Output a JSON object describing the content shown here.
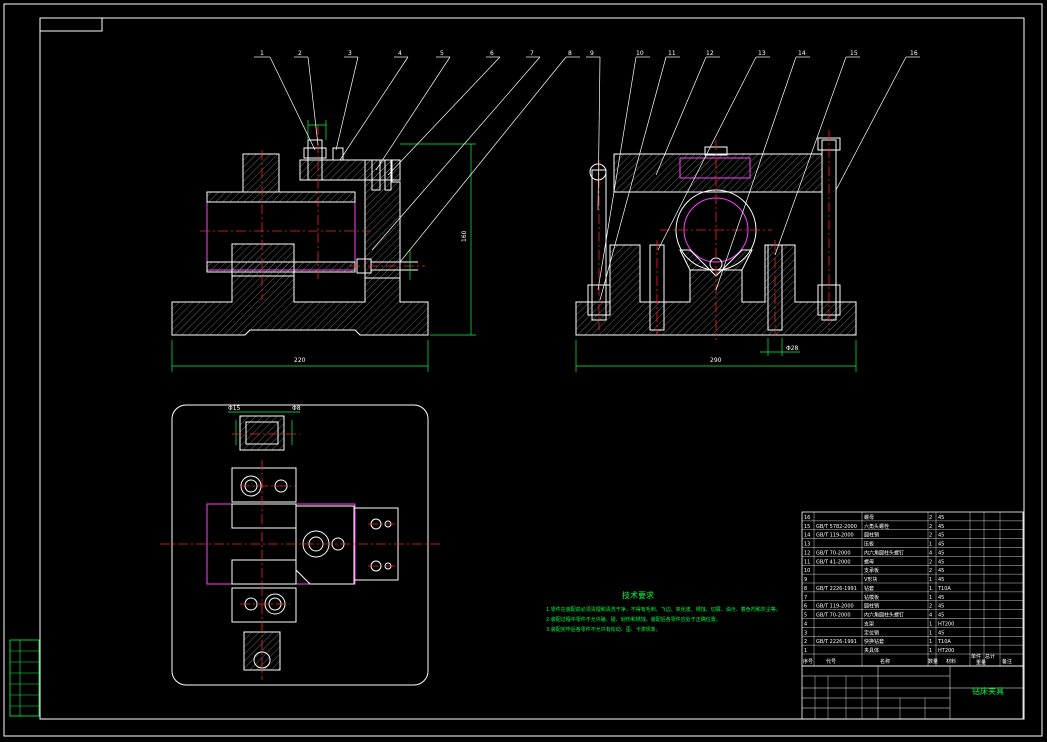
{
  "drawing": {
    "balloons": [
      "1",
      "2",
      "3",
      "4",
      "5",
      "6",
      "7",
      "8",
      "9",
      "10",
      "11",
      "12",
      "13",
      "14",
      "15",
      "16"
    ],
    "dimensions": {
      "front_width": "220",
      "front_height": "160",
      "side_width": "290",
      "top_detail_1": "Φ15",
      "top_detail_2": "Φ8",
      "side_small": "Φ28"
    }
  },
  "tech_requirements": {
    "title": "技术要求",
    "lines": [
      "1.零件在装配前必须清理和清洗干净，不得有毛刺、飞边、氧化皮、锈蚀、切屑、油污、着色剂和灰尘等。",
      "2.装配过程中零件不允许磕、碰、划伤和锈蚀。装配后各零件应处于正确位置。",
      "3.装配完毕后各零件不允许有松动、歪、卡滞现象。"
    ]
  },
  "bom": {
    "rows": [
      {
        "no": "16",
        "code": "",
        "name": "螺母",
        "qty": "2",
        "mat": "45",
        "note": ""
      },
      {
        "no": "15",
        "code": "GB/T 5782-2000",
        "name": "六角头螺栓",
        "qty": "2",
        "mat": "45",
        "note": ""
      },
      {
        "no": "14",
        "code": "GB/T 119-2000",
        "name": "圆柱销",
        "qty": "2",
        "mat": "45",
        "note": ""
      },
      {
        "no": "13",
        "code": "",
        "name": "压板",
        "qty": "1",
        "mat": "45",
        "note": ""
      },
      {
        "no": "12",
        "code": "GB/T 70-2000",
        "name": "内六角圆柱头螺钉",
        "qty": "4",
        "mat": "45",
        "note": ""
      },
      {
        "no": "11",
        "code": "GB/T 41-2000",
        "name": "螺母",
        "qty": "2",
        "mat": "45",
        "note": ""
      },
      {
        "no": "10",
        "code": "",
        "name": "支承板",
        "qty": "2",
        "mat": "45",
        "note": ""
      },
      {
        "no": "9",
        "code": "",
        "name": "V形块",
        "qty": "1",
        "mat": "45",
        "note": ""
      },
      {
        "no": "8",
        "code": "GB/T 2226-1991",
        "name": "钻套",
        "qty": "1",
        "mat": "T10A",
        "note": ""
      },
      {
        "no": "7",
        "code": "",
        "name": "钻模板",
        "qty": "1",
        "mat": "45",
        "note": ""
      },
      {
        "no": "6",
        "code": "GB/T 119-2000",
        "name": "圆柱销",
        "qty": "2",
        "mat": "45",
        "note": ""
      },
      {
        "no": "5",
        "code": "GB/T 70-2000",
        "name": "内六角圆柱头螺钉",
        "qty": "4",
        "mat": "45",
        "note": ""
      },
      {
        "no": "4",
        "code": "",
        "name": "支架",
        "qty": "1",
        "mat": "HT200",
        "note": ""
      },
      {
        "no": "3",
        "code": "",
        "name": "定位销",
        "qty": "1",
        "mat": "45",
        "note": ""
      },
      {
        "no": "2",
        "code": "GB/T 2226-1991",
        "name": "快换钻套",
        "qty": "1",
        "mat": "T10A",
        "note": ""
      },
      {
        "no": "1",
        "code": "",
        "name": "夹具体",
        "qty": "1",
        "mat": "HT200",
        "note": ""
      }
    ],
    "header": {
      "no": "序号",
      "code": "代号",
      "name": "名称",
      "qty": "数量",
      "mat": "材料",
      "unit": "单件",
      "total": "总计",
      "weight": "重量",
      "note": "备注"
    }
  },
  "title_block": {
    "drawing_name": "钻床夹具"
  }
}
